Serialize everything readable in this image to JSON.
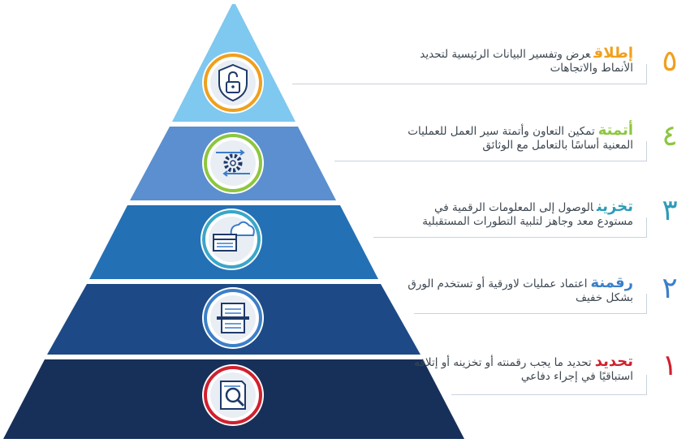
{
  "levels": [
    {
      "number": "٥",
      "keyword": "إطلاق",
      "text": "عرض وتفسير البيانات الرئيسية لتحديد الأنماط والاتجاهات",
      "icon": "shield-lock-icon",
      "color": "#f0a01e",
      "band_color": "#7fc8ef",
      "ring_color": "#f0a01e"
    },
    {
      "number": "٤",
      "keyword": "أتمتة",
      "text": "تمكين التعاون وأتمتة سير العمل للعمليات المعنية أساسًا بالتعامل مع الوثائق",
      "icon": "gear-cycle-icon",
      "color": "#8dc63f",
      "band_color": "#5b8fcf",
      "ring_color": "#8dc63f"
    },
    {
      "number": "٣",
      "keyword": "تخزين",
      "text": "الوصول إلى المعلومات الرقمية في مستودع معد وجاهز لتلبية التطورات المستقبلية",
      "icon": "cloud-storage-icon",
      "color": "#2e9bb8",
      "band_color": "#2470b5",
      "ring_color": "#3aa6c8"
    },
    {
      "number": "٢",
      "keyword": "رقمنة",
      "text": "اعتماد عمليات لاورقية أو تستخدم الورق بشكل خفيف",
      "icon": "document-scan-icon",
      "color": "#3c7fc8",
      "band_color": "#1d4a86",
      "ring_color": "#3c7fc8"
    },
    {
      "number": "١",
      "keyword": "تحديد",
      "text": "تحديد ما يجب رقمنته أو تخزينه أو إتلافه استباقيًا في إجراء دفاعي",
      "icon": "magnifier-document-icon",
      "color": "#d0202e",
      "band_color": "#17305a",
      "ring_color": "#d0202e"
    }
  ]
}
